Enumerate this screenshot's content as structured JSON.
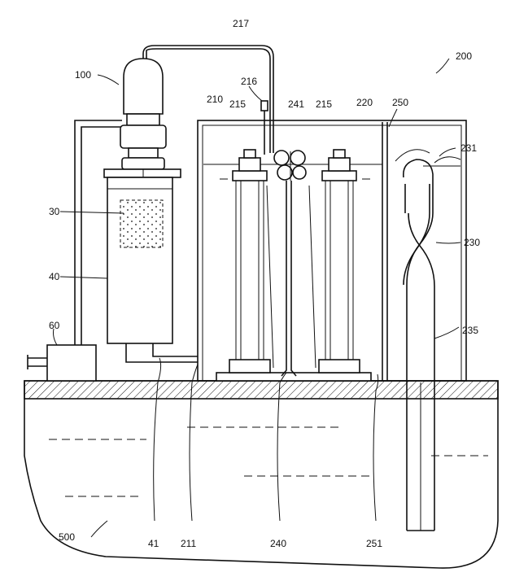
{
  "labels": {
    "l100": "100",
    "l200": "200",
    "l217": "217",
    "l216": "216",
    "l210": "210",
    "l215a": "215",
    "l241": "241",
    "l215b": "215",
    "l220": "220",
    "l250": "250",
    "l231": "231",
    "l30": "30",
    "l40": "40",
    "l230": "230",
    "l60": "60",
    "l235": "235",
    "l500": "500",
    "l41": "41",
    "l211": "211",
    "l240": "240",
    "l251": "251"
  }
}
